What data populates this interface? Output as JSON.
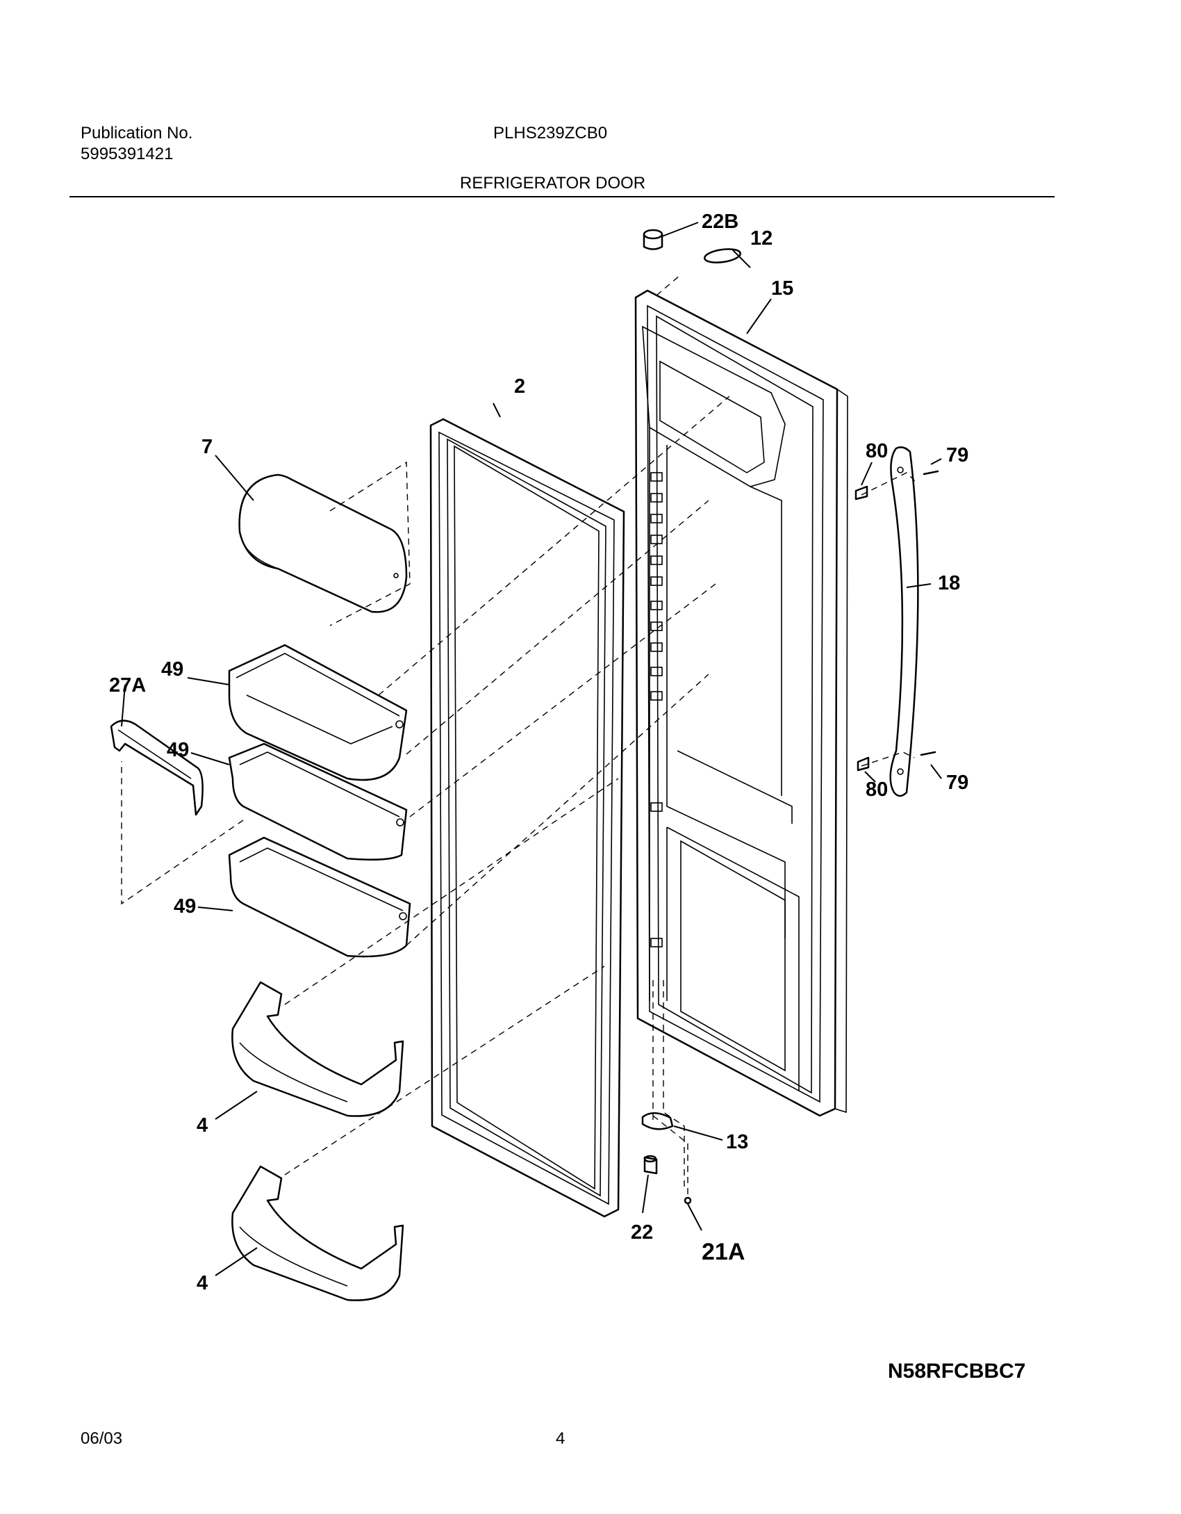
{
  "header": {
    "publication_label": "Publication No.",
    "publication_number": "5995391421",
    "model": "PLHS239ZCB0",
    "section_title": "REFRIGERATOR DOOR"
  },
  "callouts": {
    "c22b": "22B",
    "c12": "12",
    "c15": "15",
    "c2": "2",
    "c7": "7",
    "c80a": "80",
    "c79a": "79",
    "c18": "18",
    "c49a": "49",
    "c27a": "27A",
    "c49b": "49",
    "c49c": "49",
    "c80b": "80",
    "c79b": "79",
    "c4a": "4",
    "c13": "13",
    "c22": "22",
    "c21a": "21A",
    "c4b": "4"
  },
  "diagram_code": "N58RFCBBC7",
  "footer": {
    "date": "06/03",
    "page": "4"
  }
}
